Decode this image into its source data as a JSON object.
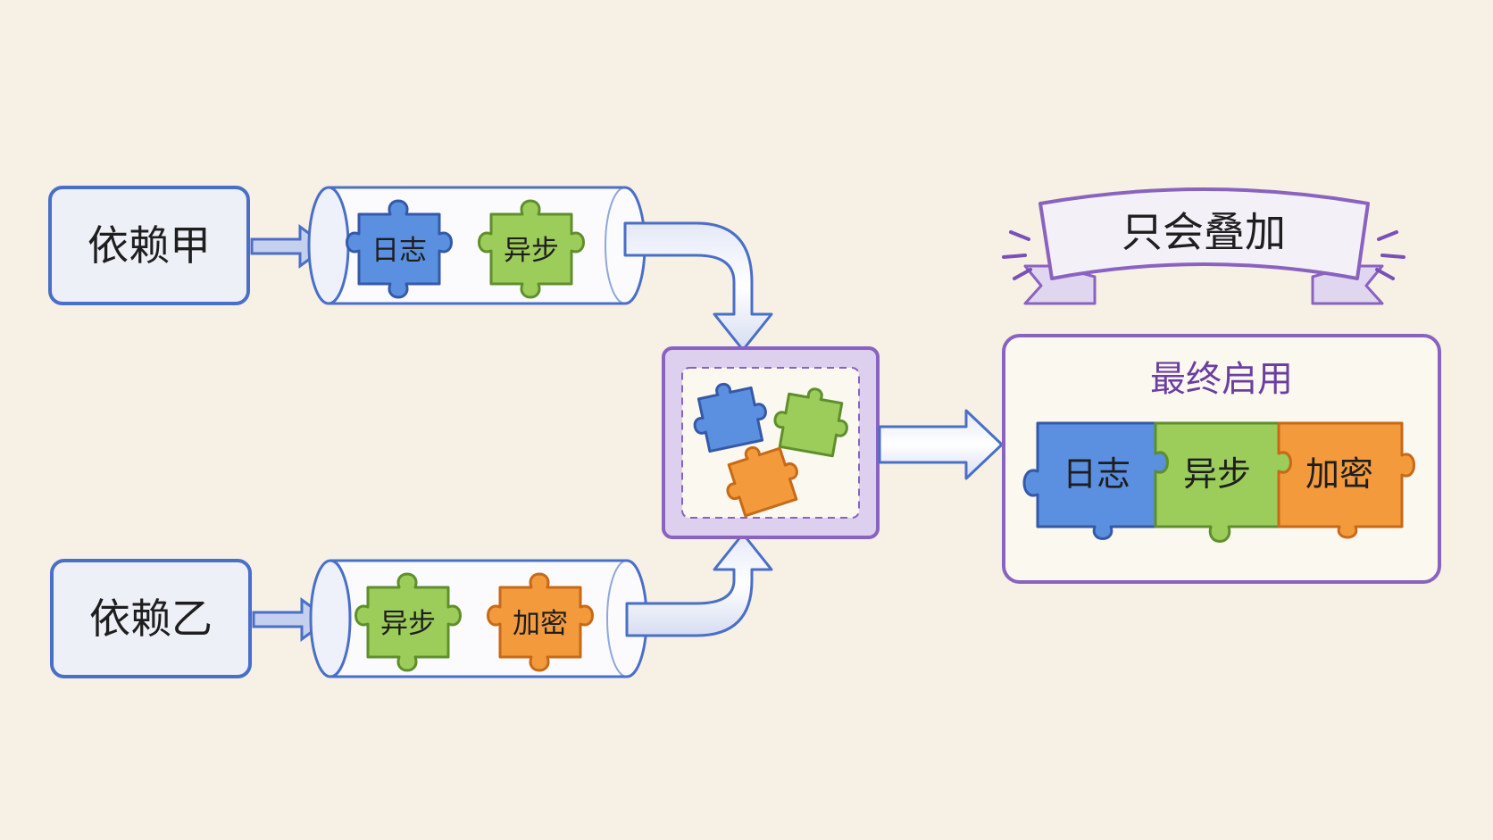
{
  "dependencies": [
    {
      "name": "依赖甲",
      "modules": [
        "日志",
        "异步"
      ]
    },
    {
      "name": "依赖乙",
      "modules": [
        "异步",
        "加密"
      ]
    }
  ],
  "banner": {
    "text": "只会叠加"
  },
  "result": {
    "title": "最终启用",
    "modules": [
      "日志",
      "异步",
      "加密"
    ]
  },
  "colors": {
    "background": "#f6f1e4",
    "blue_outline": "#4a6fc9",
    "purple_outline": "#8a62c0",
    "piece_blue": "#5b8fe0",
    "piece_green": "#9ccc5a",
    "piece_orange": "#f39a3c"
  }
}
